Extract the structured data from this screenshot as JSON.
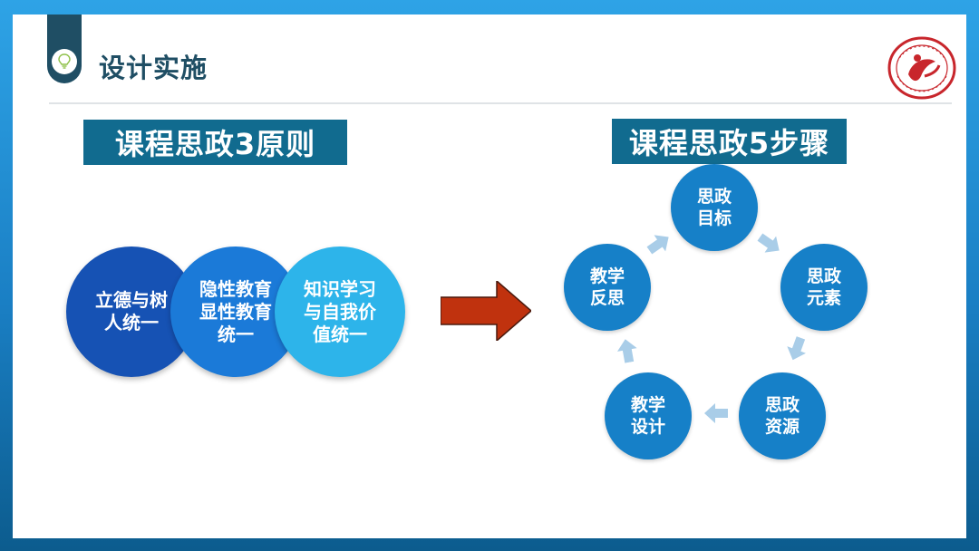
{
  "page": {
    "title": "设计实施"
  },
  "left_section": {
    "heading": "课程思政3原则",
    "principles": [
      {
        "lines": [
          "立德与树",
          "人统一"
        ],
        "color": "#1652b4"
      },
      {
        "lines": [
          "隐性教育",
          "显性教育",
          "统一"
        ],
        "color": "#1b7ad8"
      },
      {
        "lines": [
          "知识学习",
          "与自我价",
          "值统一"
        ],
        "color": "#2db4ea"
      }
    ]
  },
  "right_section": {
    "heading": "课程思政5步骤",
    "steps": [
      {
        "lines": [
          "思政",
          "目标"
        ]
      },
      {
        "lines": [
          "思政",
          "元素"
        ]
      },
      {
        "lines": [
          "思政",
          "资源"
        ]
      },
      {
        "lines": [
          "教学",
          "设计"
        ]
      },
      {
        "lines": [
          "教学",
          "反思"
        ]
      }
    ]
  },
  "colors": {
    "title_dark": "#1f4e64",
    "heading_bg": "#116b8f",
    "step_circle": "#1680c8",
    "main_arrow": "#c0320e",
    "cycle_arrow": "#a9cde8",
    "frame": "#1a7fc4"
  },
  "icons": {
    "title_icon": "lightbulb-icon",
    "logo": "university-seal-logo",
    "main_arrow": "right-arrow-icon",
    "cycle_arrow": "chevron-arrow-icon"
  }
}
